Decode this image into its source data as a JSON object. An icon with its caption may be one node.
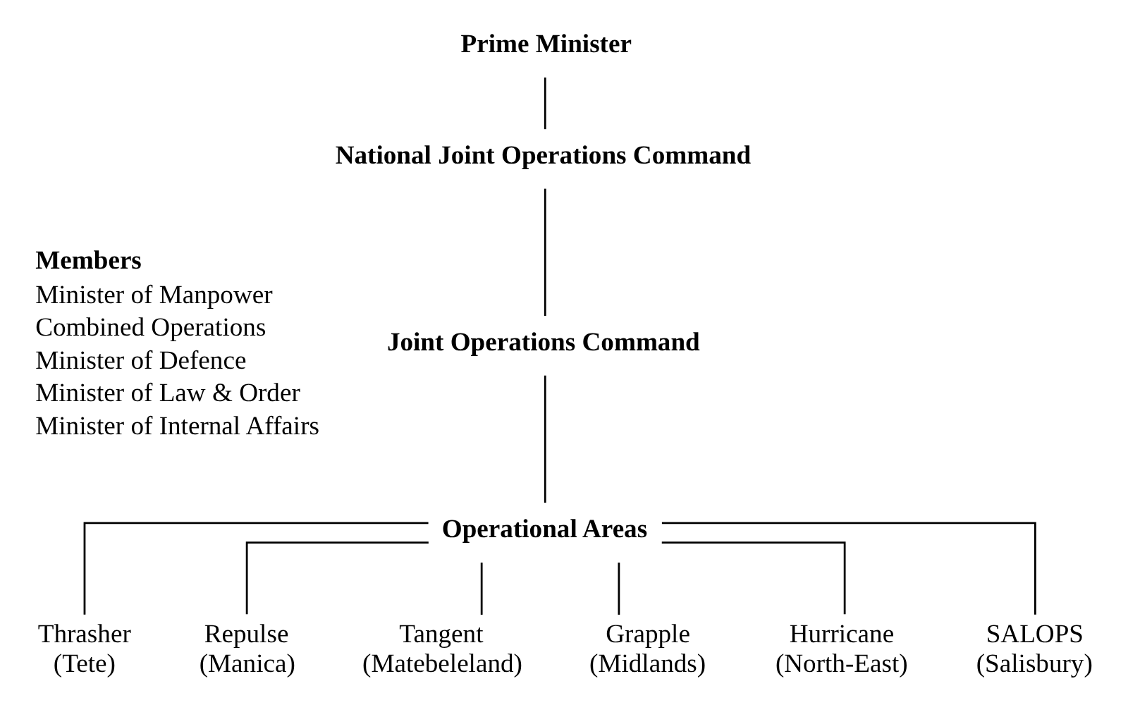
{
  "diagram": {
    "nodes": [
      {
        "text": [
          "Prime Minister"
        ]
      },
      {
        "text": [
          "National Joint Operations Command"
        ]
      },
      {
        "text": [
          "Joint Operations Command"
        ]
      },
      {
        "text": [
          "Operational Areas"
        ]
      },
      {
        "text": [
          "Thrasher",
          "(Tete)"
        ]
      },
      {
        "text": [
          "Repulse",
          "(Manica)"
        ]
      },
      {
        "text": [
          "Tangent",
          "(Matebeleland)"
        ]
      },
      {
        "text": [
          "Grapple",
          "(Midlands)"
        ]
      },
      {
        "text": [
          "Hurricane",
          "(North-East)"
        ]
      },
      {
        "text": [
          "SALOPS",
          "(Salisbury)"
        ]
      }
    ],
    "edges": [
      {
        "from": 0,
        "to": 1,
        "arrow": "none"
      },
      {
        "from": 1,
        "to": 2,
        "arrow": "none"
      },
      {
        "from": 2,
        "to": 3,
        "arrow": "none"
      },
      {
        "from": 3,
        "to": 4,
        "arrow": "none"
      },
      {
        "from": 3,
        "to": 5,
        "arrow": "none"
      },
      {
        "from": 3,
        "to": 6,
        "arrow": "none"
      },
      {
        "from": 3,
        "to": 7,
        "arrow": "none"
      },
      {
        "from": 3,
        "to": 8,
        "arrow": "none"
      },
      {
        "from": 3,
        "to": 9,
        "arrow": "none"
      }
    ],
    "labels": [
      "Members",
      "Minister of Manpower",
      "Combined Operations",
      "Minister of Defence",
      "Minister of Law & Order",
      "Minister of Internal Affairs"
    ]
  }
}
